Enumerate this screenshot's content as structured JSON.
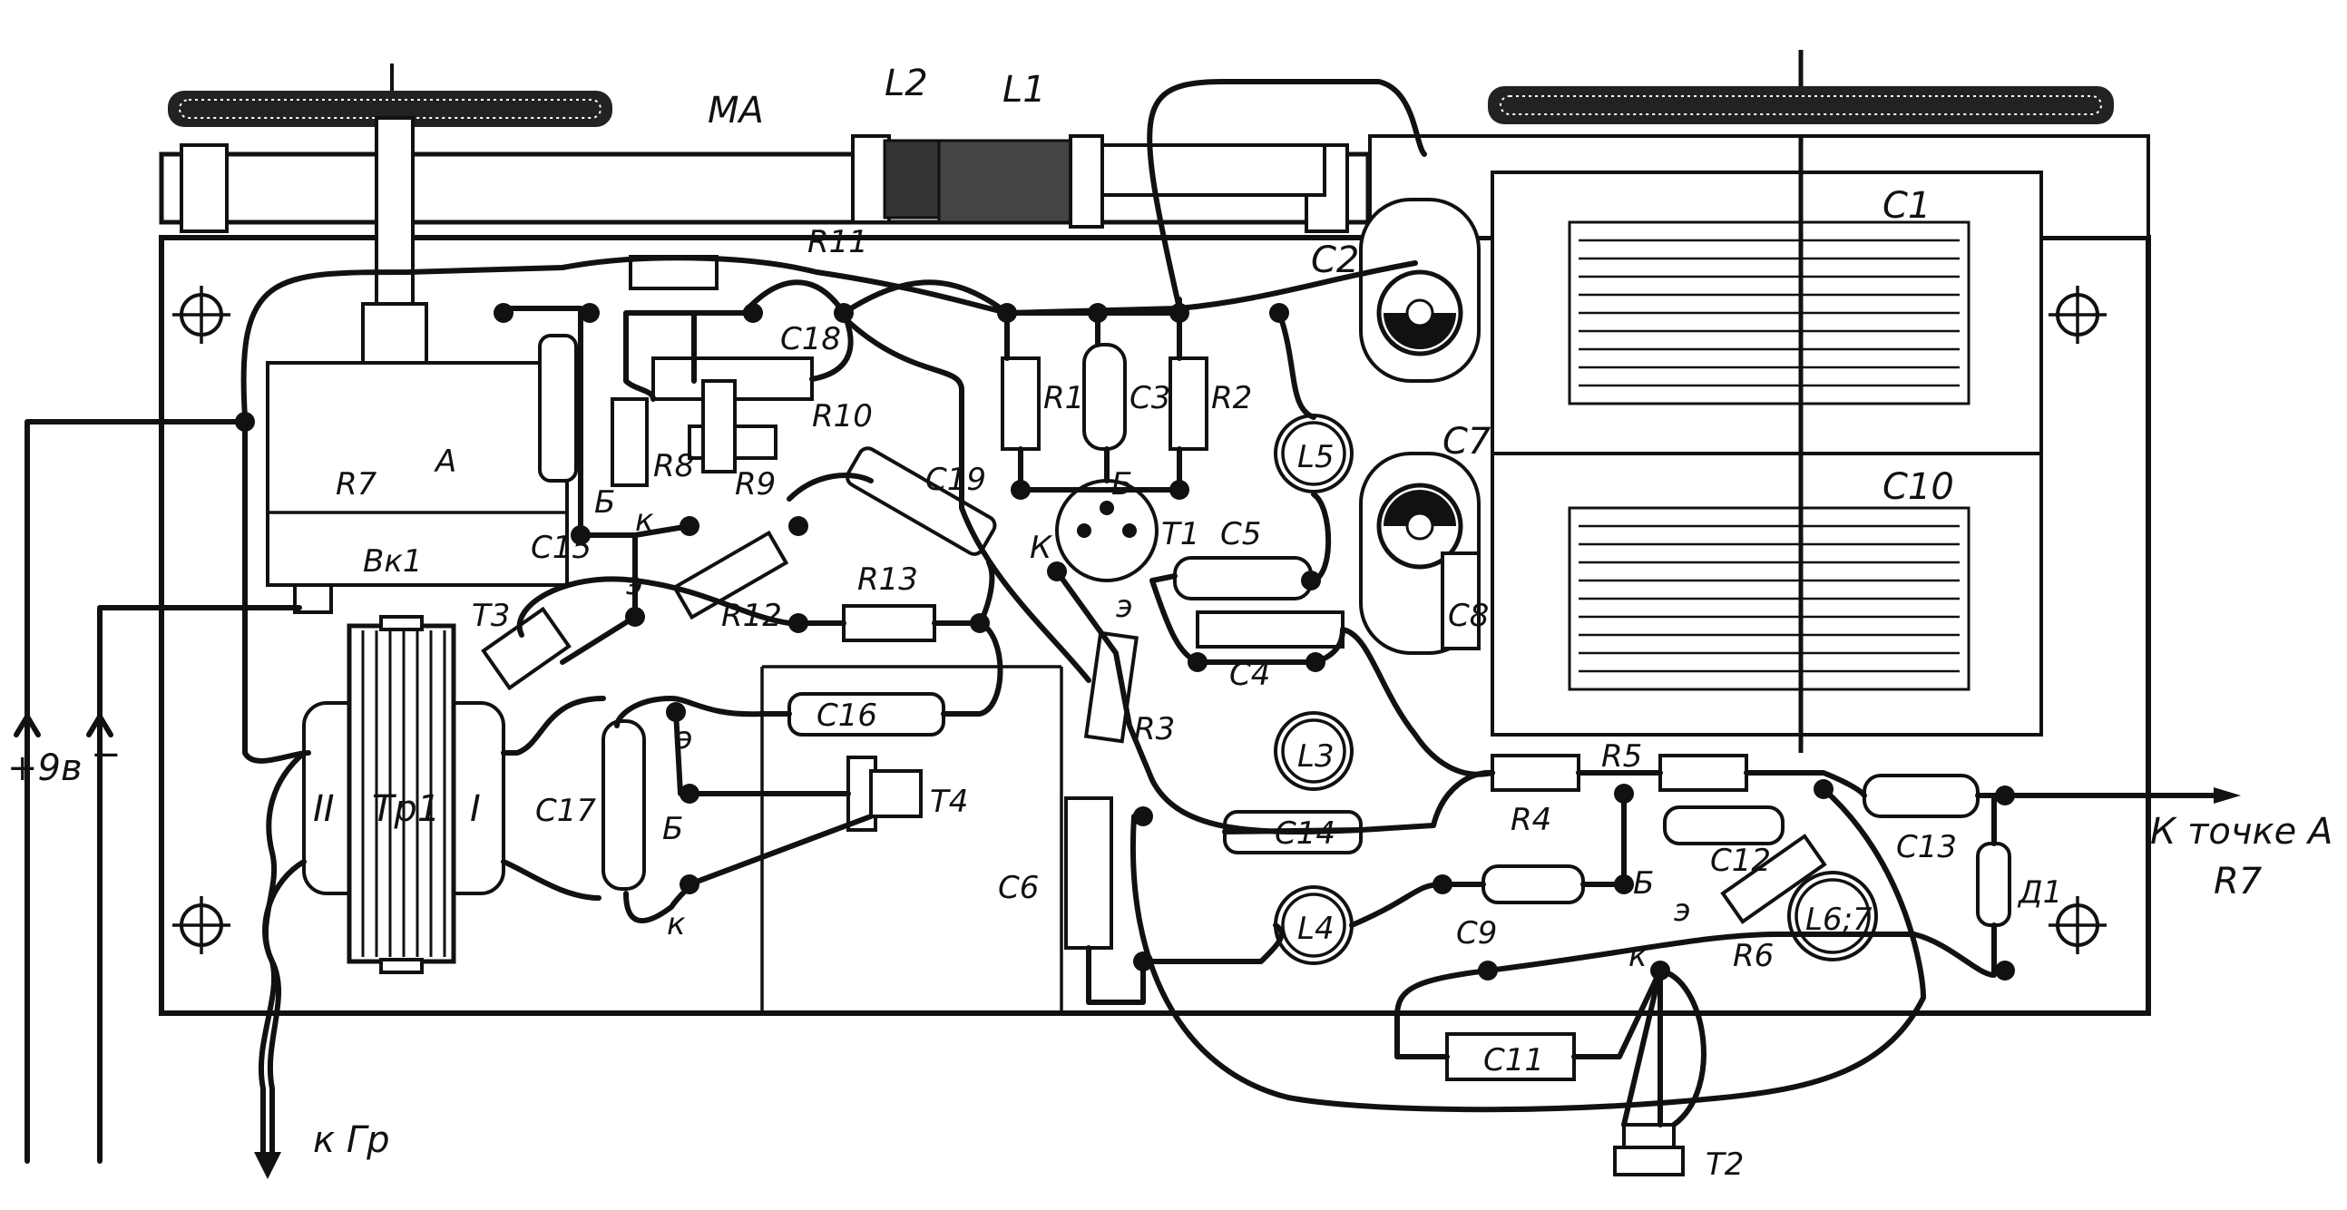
{
  "labels": {
    "ma": "MA",
    "l2": "L2",
    "l1": "L1",
    "c1": "C1",
    "c2": "C2",
    "c3": "C3",
    "c4": "C4",
    "c5": "C5",
    "c6": "C6",
    "c7": "C7",
    "c8": "C8",
    "c9": "C9",
    "c10": "C10",
    "c11": "C11",
    "c12": "C12",
    "c13": "C13",
    "c14": "C14",
    "c15": "C15",
    "c16": "C16",
    "c17": "C17",
    "c18": "C18",
    "c19": "C19",
    "r1": "R1",
    "r2": "R2",
    "r3": "R3",
    "r4": "R4",
    "r5": "R5",
    "r6": "R6",
    "r7": "R7",
    "r8": "R8",
    "r9": "R9",
    "r10": "R10",
    "r11": "R11",
    "r12": "R12",
    "r13": "R13",
    "l3": "L3",
    "l4": "L4",
    "l5": "L5",
    "l67": "L6;7",
    "t1": "T1",
    "t2": "T2",
    "t3": "T3",
    "t4": "T4",
    "vk1": "Вк1",
    "tr1": "Тр1",
    "winding1": "I",
    "winding2": "II",
    "d1": "Д1",
    "pin_a": "А",
    "pin_b1": "Б",
    "pin_k1": "к",
    "pin_e1": "э",
    "pin_b2": "Б",
    "pin_k2": "К",
    "pin_e2": "э",
    "pin_e3": "э",
    "pin_b3": "Б",
    "pin_k3": "к",
    "pin_b4": "Б",
    "pin_e4": "э",
    "pin_k4": "к",
    "power": "+9в",
    "minus": "−",
    "to_point_a": "К точке А",
    "r7_ref": "R7",
    "to_phones": "к Гр"
  }
}
